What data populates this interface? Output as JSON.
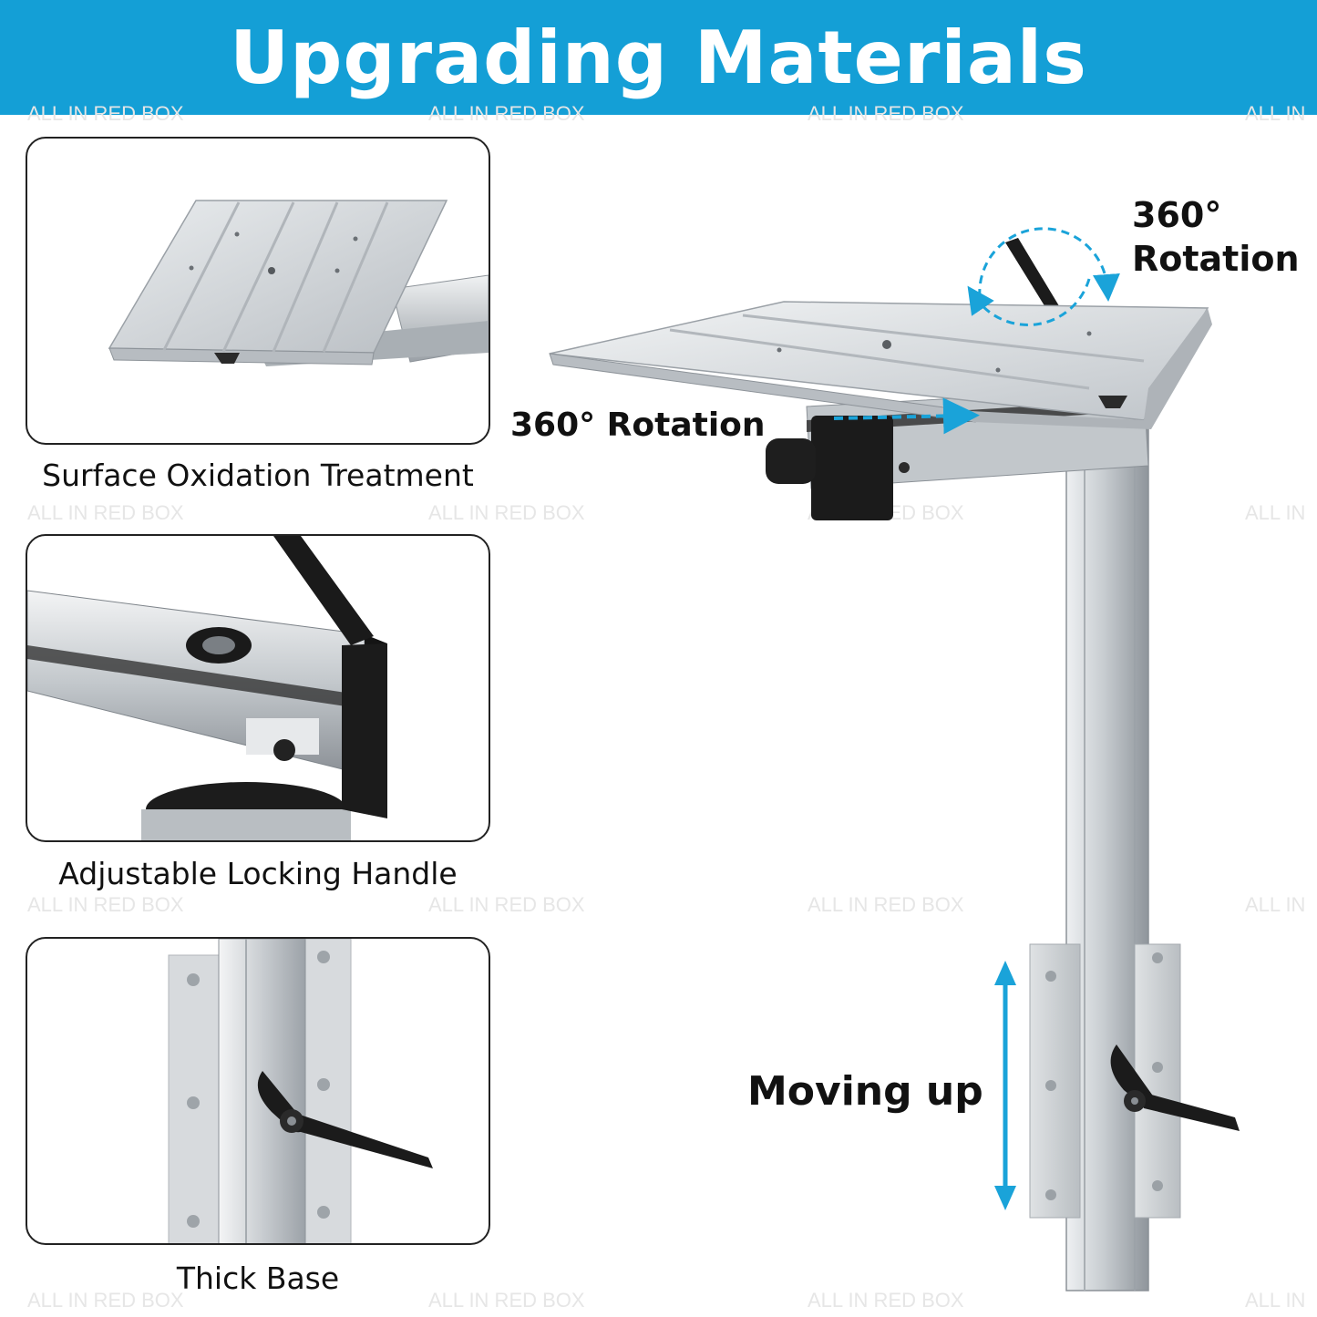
{
  "banner": {
    "title": "Upgrading Materials",
    "background": "#149fd6"
  },
  "watermark": "ALL IN RED BOX",
  "watermark_partial": "ALL IN",
  "panels": [
    {
      "caption": "Surface Oxidation Treatment",
      "icon": "mounting-plate"
    },
    {
      "caption": "Adjustable Locking Handle",
      "icon": "locking-handle"
    },
    {
      "caption": "Thick Base",
      "icon": "base-bracket"
    }
  ],
  "callouts": {
    "rotation_top_line1": "360°",
    "rotation_top_line2": "Rotation",
    "rotation_middle": "360° Rotation",
    "moving_up": "Moving up"
  },
  "colors": {
    "accent": "#149fd6",
    "aluminium": "#c9cdd1",
    "black_parts": "#1a1a1a"
  }
}
